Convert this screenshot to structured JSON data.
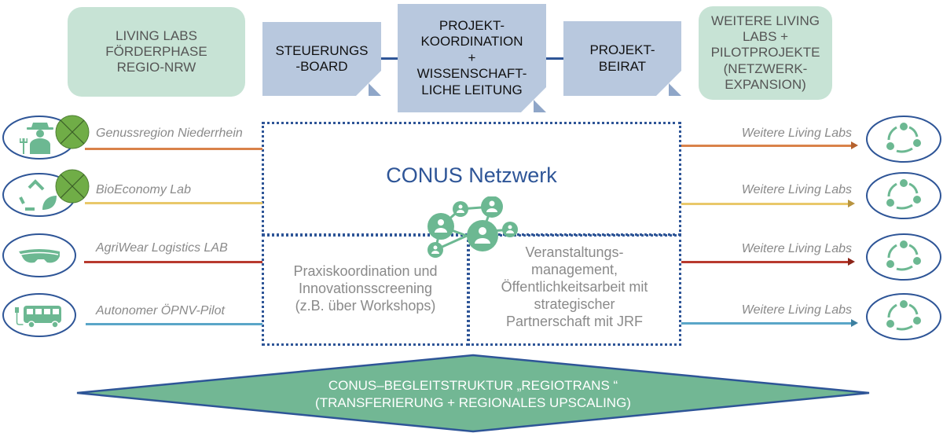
{
  "top": {
    "left_box": "LIVING LABS\nFÖRDERPHASE\nREGIO-NRW",
    "steering_board": "STEUERUNGS\n-BOARD",
    "coordination": "PROJEKT-\nKOORDINATION\n+\nWISSENSCHAFT-\nLICHE LEITUNG",
    "advisory_board": "PROJEKT-\nBEIRAT",
    "right_box": "WEITERE LIVING\nLABS +\nPILOTPROJEKTE\n(NETZWERK-\nEXPANSION)"
  },
  "labs": [
    {
      "name": "Genussregion Niederrhein",
      "icon": "farmer-icon",
      "crossed": true,
      "color": "#d9824a"
    },
    {
      "name": "BioEconomy Lab",
      "icon": "recycle-leaf-icon",
      "crossed": true,
      "color": "#e9c86a"
    },
    {
      "name": "AgriWear Logistics LAB",
      "icon": "smart-glasses-icon",
      "crossed": false,
      "color": "#b83a2e"
    },
    {
      "name": "Autonomer ÖPNV-Pilot",
      "icon": "electric-bus-icon",
      "crossed": false,
      "color": "#5aa6c8"
    }
  ],
  "outputs": [
    {
      "label": "Weitere Living Labs",
      "icon": "cycle-icon"
    },
    {
      "label": "Weitere Living Labs",
      "icon": "cycle-icon"
    },
    {
      "label": "Weitere Living Labs",
      "icon": "cycle-icon"
    },
    {
      "label": "Weitere Living Labs",
      "icon": "cycle-icon"
    }
  ],
  "center": {
    "title": "CONUS Netzwerk",
    "icon": "network-icon",
    "left_text": "Praxiskoordination und\nInnovationsscreening\n(z.B. über Workshops)",
    "right_text": "Veranstaltungs-\nmanagement,\nÖffentlichkeitsarbeit mit\nstrategischer\nPartnerschaft mit JRF"
  },
  "banner": {
    "text": "CONUS–BEGLEITSTRUKTUR „REGIOTRANS  “\n(TRANSFERIERUNG + REGIONALES UPSCALING)"
  },
  "colors": {
    "accent_blue": "#2e5597",
    "green": "#6cb892",
    "light_green": "#c7e3d5",
    "note_blue": "#b8c8de"
  }
}
